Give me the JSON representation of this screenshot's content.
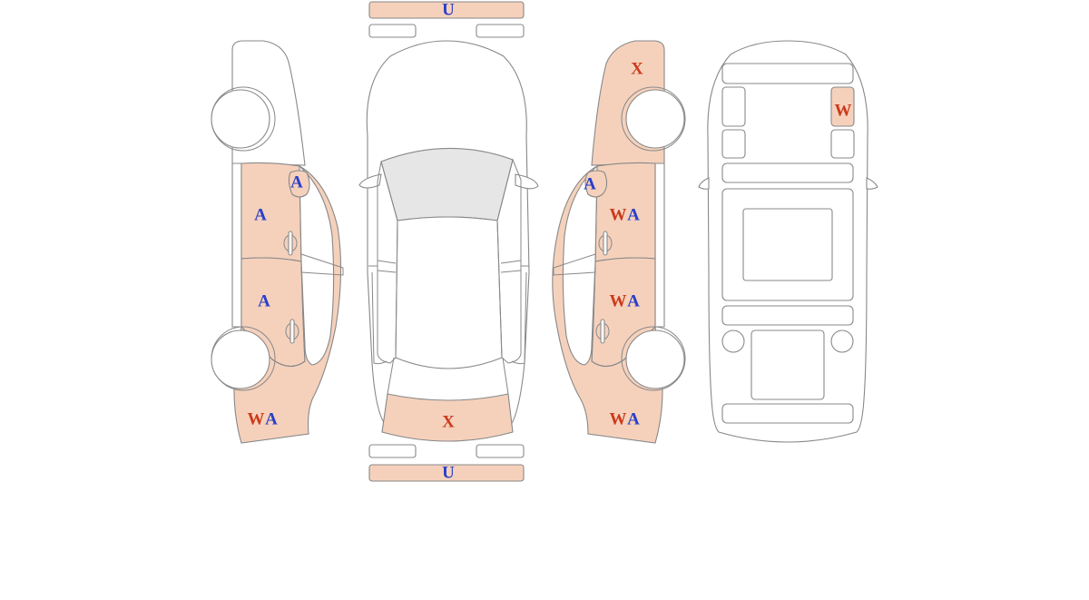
{
  "colors": {
    "damaged_fill": "#f5d1bc",
    "outline": "#888888",
    "glass": "#e6e6e6",
    "code_w_x": "#cc3a1a",
    "code_a_u": "#2a3fc9"
  },
  "codes": {
    "front_bumper_top": "U",
    "rear_bumper_bottom": "U",
    "rear_panel": "X",
    "right_front_fender": "X",
    "roof_rear_right": "W",
    "left_mirror": "A",
    "left_front_door": "A",
    "left_rear_door": "A",
    "left_quarter_w": "W",
    "left_quarter_a": "A",
    "right_mirror": "A",
    "right_front_door_w": "W",
    "right_front_door_a": "A",
    "right_rear_door_w": "W",
    "right_rear_door_a": "A",
    "right_quarter_w": "W",
    "right_quarter_a": "A"
  }
}
